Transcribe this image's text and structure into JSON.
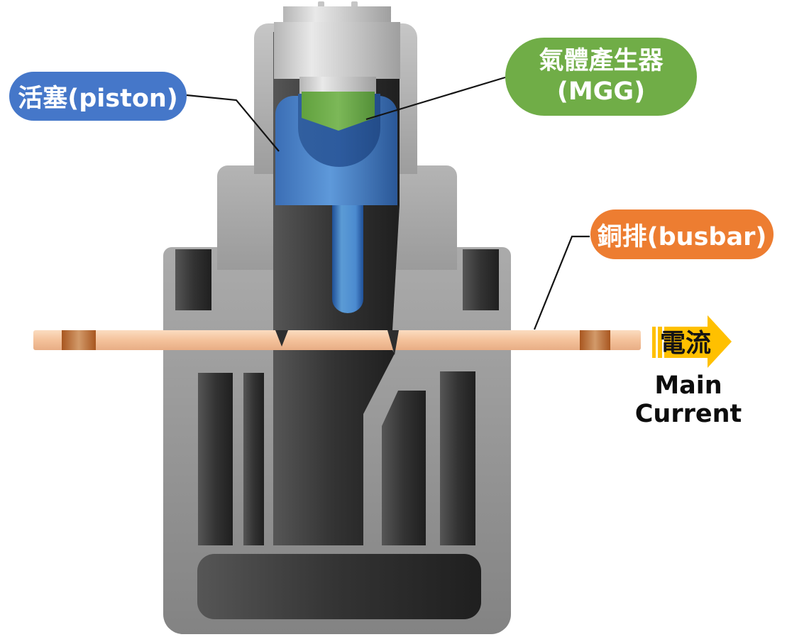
{
  "labels": {
    "piston": "活塞(piston)",
    "mgg_line1": "氣體產生器",
    "mgg_line2": "(MGG)",
    "busbar": "銅排(busbar)"
  },
  "arrow": {
    "label": "電流",
    "sublabel": "Main Current"
  },
  "colors": {
    "piston_label_bg": "#4577C9",
    "mgg_label_bg": "#70AD47",
    "busbar_label_bg": "#ED7D31",
    "current_arrow": "#FFC000",
    "busbar_copper": "#F4C29B",
    "busbar_contact_band": "#A8561F",
    "piston_blue": "#5E99DA",
    "piston_bowl_blue": "#2D5B9E",
    "mgg_green": "#7CB858",
    "housing_gray": "#A3A3A3",
    "internals_dark": "#333333"
  }
}
